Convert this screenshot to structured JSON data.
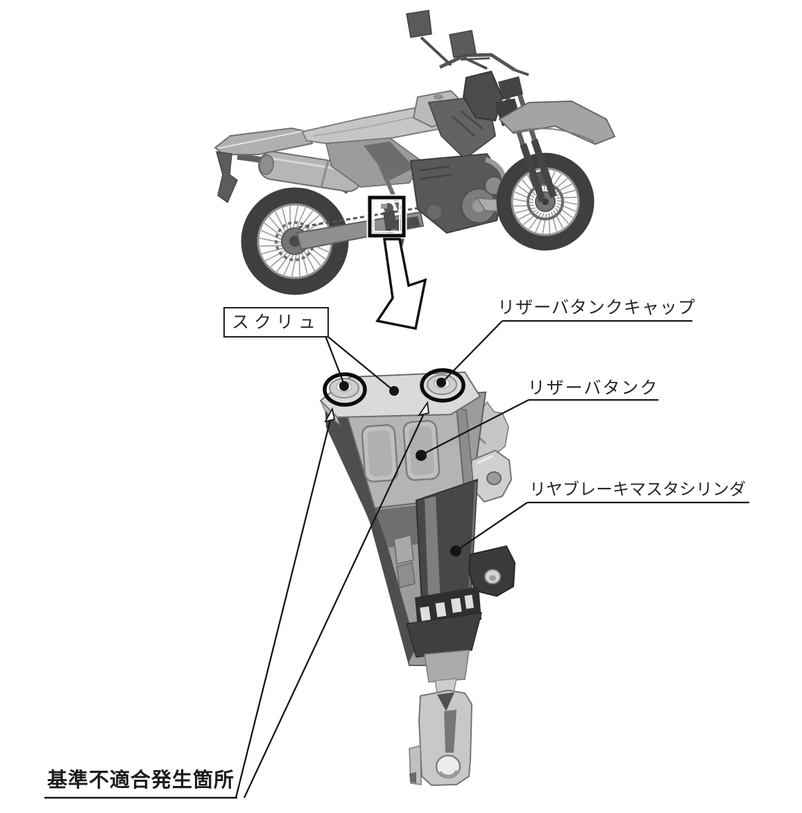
{
  "figure": {
    "kind": "motorcycle-recall-technical-diagram",
    "labels": {
      "screw": "スクリュ",
      "reservoir_tank_cap": "リザーバタンクキャップ",
      "reservoir_tank": "リザーバタンク",
      "rear_brake_master_cylinder": "リヤブレーキマスタシリンダ",
      "defect_location": "基準不適合発生箇所"
    },
    "icons": {
      "zoom_arrow": "hollow-arrow-pointing-down-to-detail-view",
      "callout_box": "black-rectangle-highlight-on-motorcycle",
      "annotation_circles": "bold-ellipses-around-two-screws"
    },
    "colors": {
      "background": "#ffffff",
      "line": "#161616",
      "text": "#262626",
      "part_light": "#d9d9d9",
      "part_mid": "#9c9c9c",
      "part_dark": "#474747"
    }
  }
}
